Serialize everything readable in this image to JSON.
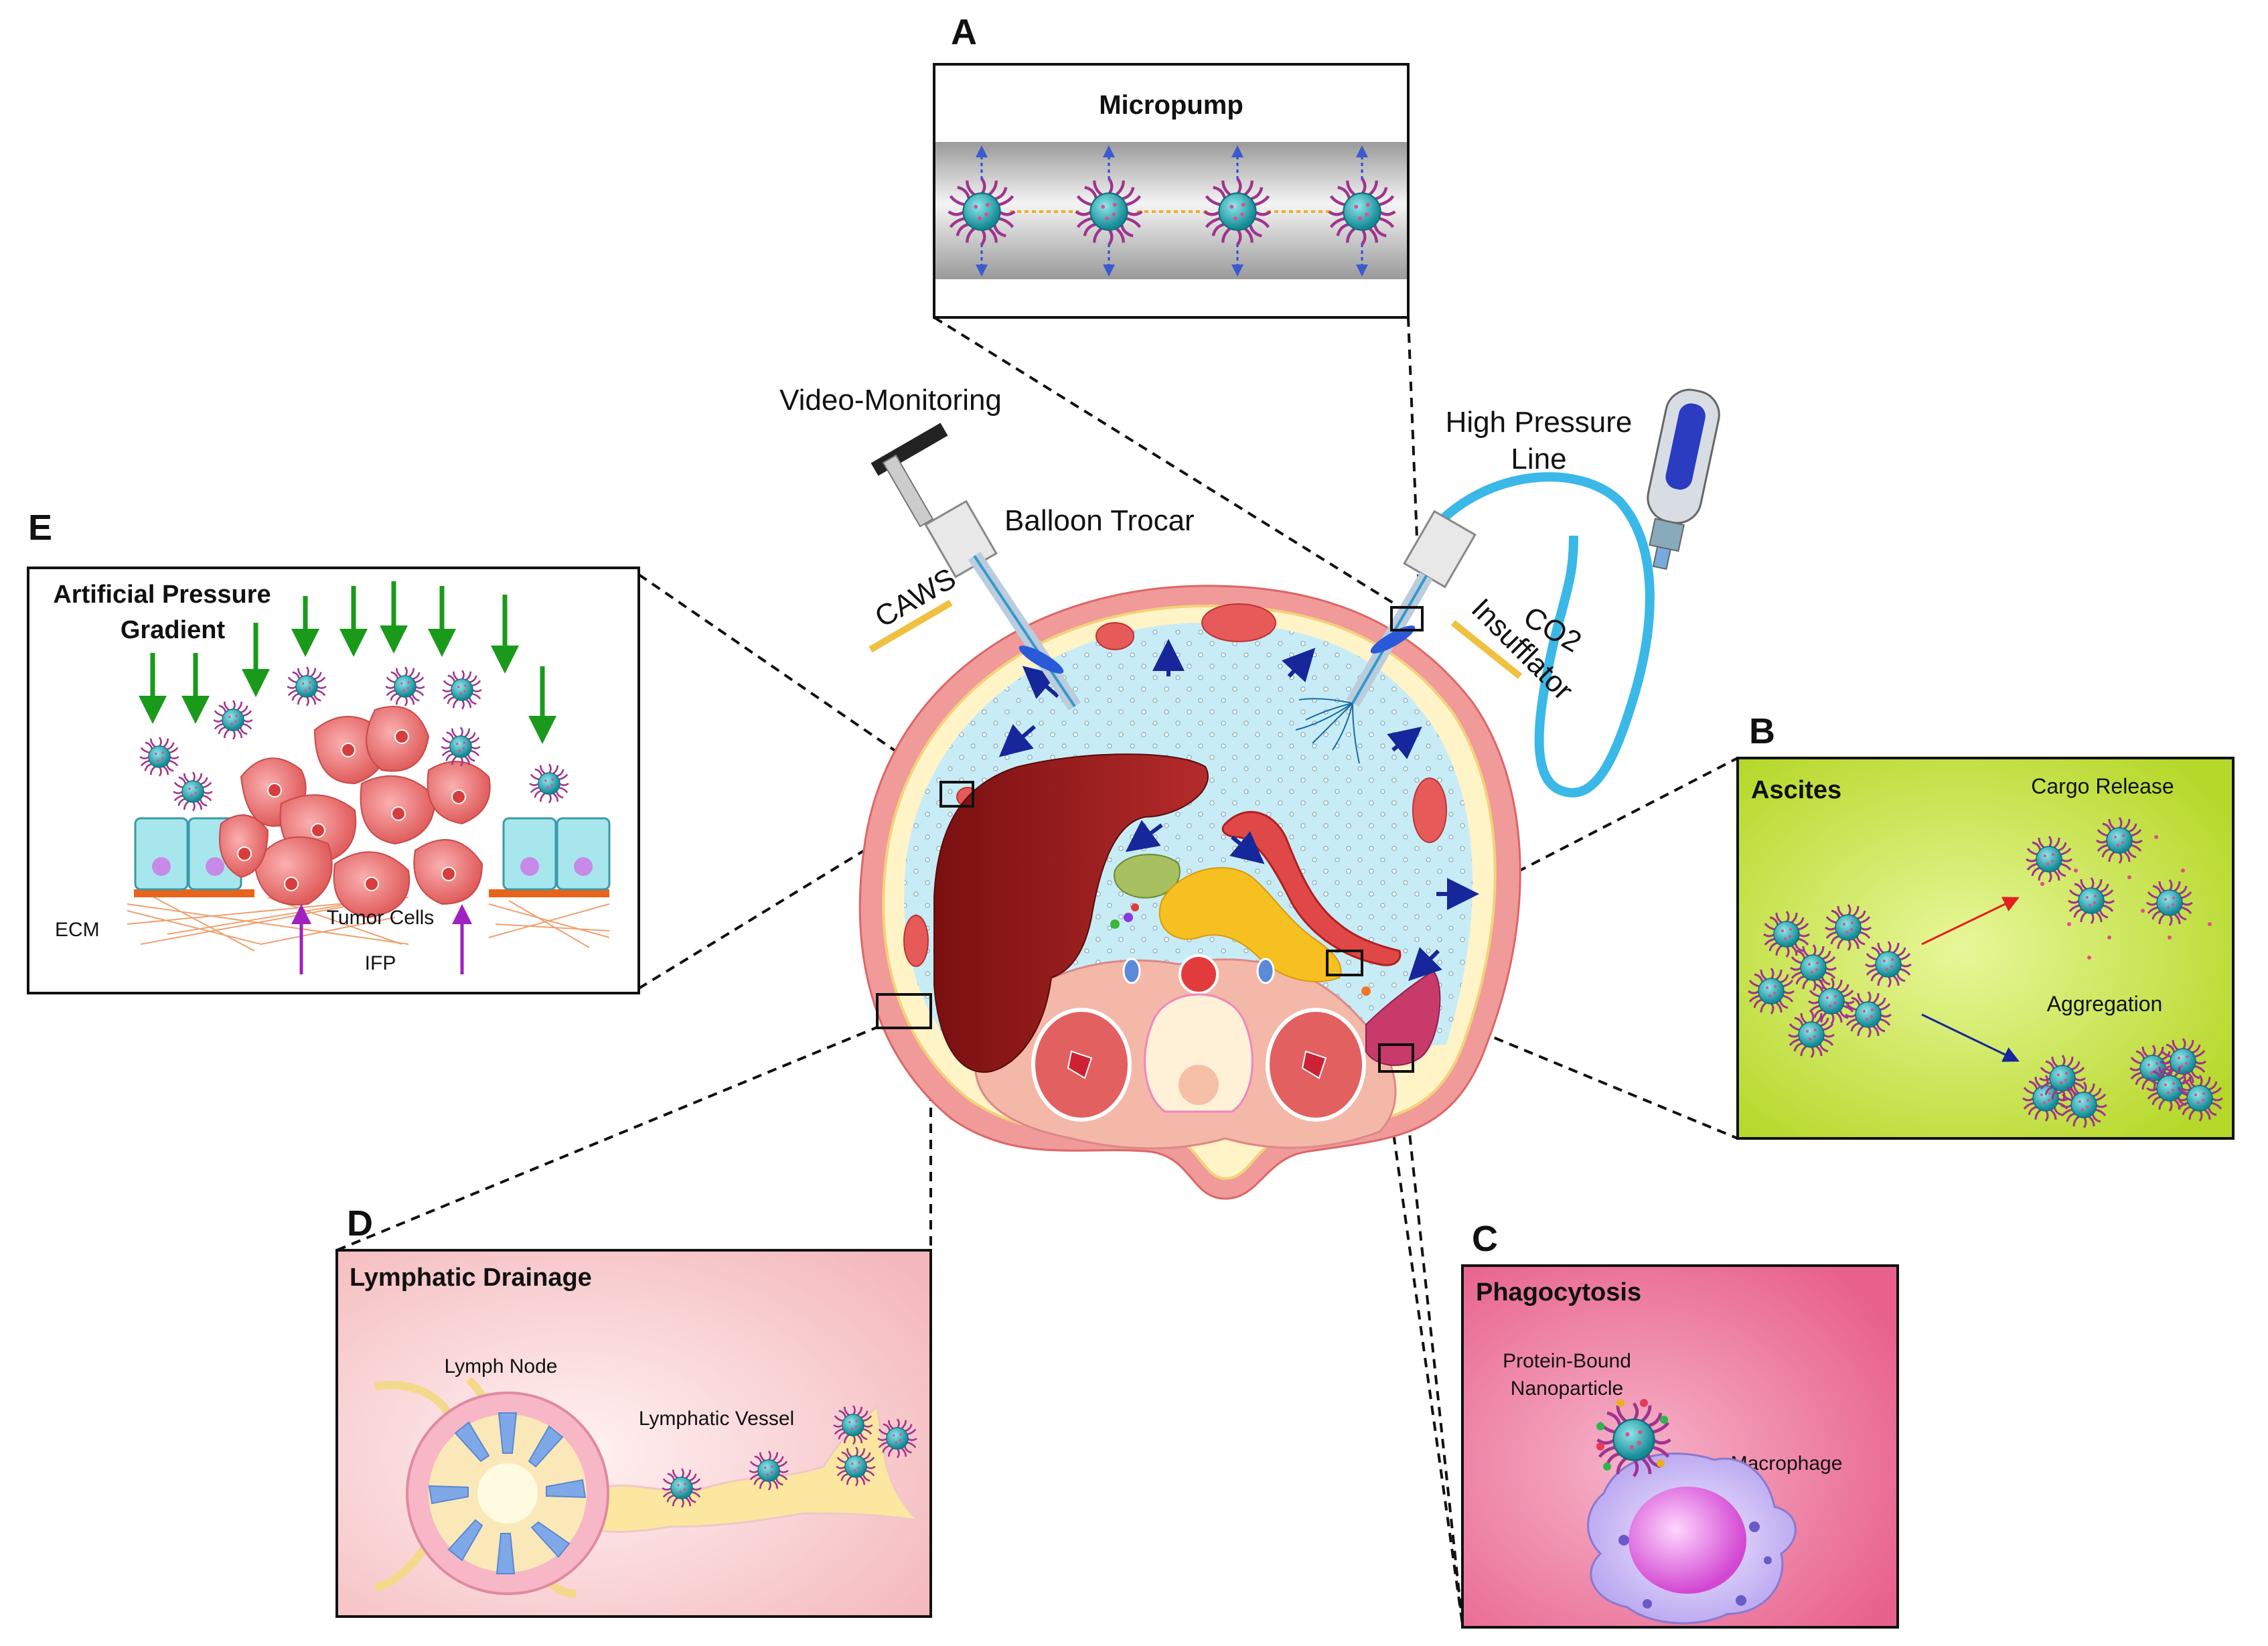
{
  "panels": {
    "A": {
      "letter": "A",
      "title": "Micropump"
    },
    "B": {
      "letter": "B",
      "title": "Ascites",
      "cargo_release": "Cargo Release",
      "aggregation": "Aggregation"
    },
    "C": {
      "letter": "C",
      "title": "Phagocytosis",
      "nanoparticle_line1": "Protein-Bound",
      "nanoparticle_line2": "Nanoparticle",
      "macrophage": "Macrophage"
    },
    "D": {
      "letter": "D",
      "title": "Lymphatic Drainage",
      "lymph_node": "Lymph Node",
      "lymphatic_vessel": "Lymphatic Vessel"
    },
    "E": {
      "letter": "E",
      "title_line1": "Artificial Pressure",
      "title_line2": "Gradient",
      "ecm": "ECM",
      "tumor_cells": "Tumor Cells",
      "ifp": "IFP"
    }
  },
  "center": {
    "video_monitoring": "Video-Monitoring",
    "balloon_trocar": "Balloon Trocar",
    "caws": "CAWS",
    "high_pressure_line1": "High Pressure",
    "high_pressure_line2": "Line",
    "co2": "CO2",
    "insufflator": "Insufflator"
  },
  "colors": {
    "panel_b_bg": "#c8e63c",
    "panel_c_bg": "#ee7ba2",
    "panel_d_bg": "#f7c9cc",
    "nanoparticle": "#2ab0b8",
    "ligand": "#a0338f",
    "pressure_arrow": "#1a9a1a",
    "ifp_arrow": "#a020c0",
    "flow_arrow": "#15279a",
    "liver": "#8e1a1a",
    "fluid": "#c8ecf6"
  }
}
